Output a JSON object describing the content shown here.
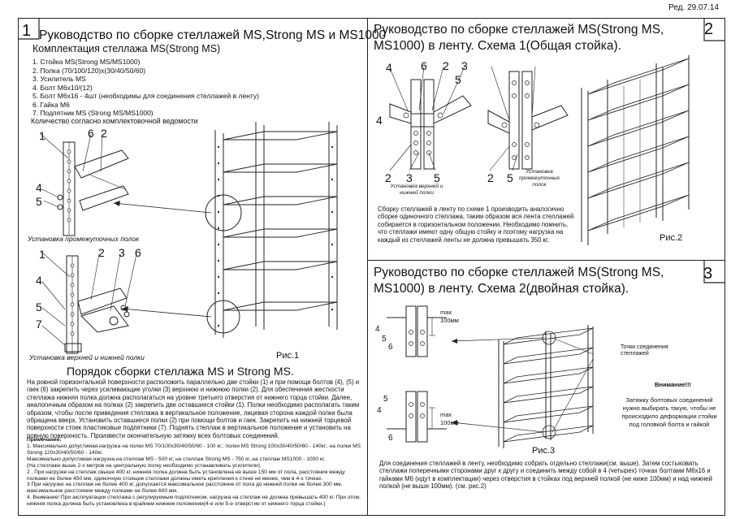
{
  "revision": "Ред. 29.07.14",
  "left": {
    "corner_number": "1",
    "title": "Руководство по сборке стеллажей MS,Strong MS и MS1000",
    "subtitle": "Комплектация стеллажа MS(Strong MS)",
    "parts": [
      "1. Стойка MS(Strong MS/MS1000)",
      "2. Полка (70/100/120)х(30/40/50/60)",
      "3. Усилитель MS",
      "4. Болт М6х10/(12)",
      "5. Болт М6х16 - 4шт (необходимы для соединения стеллажей в ленту)",
      "6. Гайка М6",
      "7. Подпятник MS (Strong MS/MS1000)"
    ],
    "quantity_note": "Количество согласно комплектовочной ведомости",
    "callouts_top": [
      "1",
      "6",
      "2",
      "4",
      "5"
    ],
    "caption_top": "Установка промежуточных полок",
    "callouts_bottom": [
      "1",
      "2",
      "3",
      "6",
      "4",
      "5",
      "7"
    ],
    "caption_bottom": "Установка верхней и нижней полки",
    "figure_label": "Рис.1",
    "procedure_title": "Порядок сборки стеллажа MS и Strong MS.",
    "procedure_text": "На ровной горизонтальной поверхности расположить параллельно две стойки (1) и при помощи болтов (4), (5) и гаек (6) закрепить через усиливающие уголки (3) верхнюю и нижнюю полки (2). Для обеспечения жесткости стеллажа нижняя полка должна располагаться на уровне третьего отверстия от нижнего торца стойки. Далее, аналогичным образом на полках (2) закрепить две оставшиеся стойки (1). Полки необходимо располагать таким образом, чтобы после приведения стеллажа в вертикальное положение, лицевая сторона каждой полки была обращена вверх. Установить оставшиеся полки (2) при помощи болтов и гаек. Закрепить на нижней торцевой поверхности стоек пластиковые подпятники (7). Поднять стеллаж в вертикальное положение и установить на ровную поверхность. Произвести окончательную затяжку всех болтовых соединений.",
    "notes_title": "Примечание:",
    "notes": [
      "1. Максимально допустимая нагрузка на полки MS 70/100х30/40/50/60 - 100 кг.; полки MS Strong 100х30/40/50/60 - 140кг.; на полки MS Strong 120х30/40/50/60 - 140кг.",
      "Максимально допустимая нагрузка на стеллаж MS - 500 кг, на стеллаж Strong MS - 750 кг.,на стеллаж MS1000 - 1000 кг.",
      "(На стеллажи выше 2-х метров на центральную полку необходимо устанавливать усилители).",
      "2 . При нагрузке на стеллаж свыше 400 кг. нижняя полка должна быть установлена не выше 150 мм от пола, расстояния между полками не более 450 мм, одиночную стоящие стеллажи должны иметь крепления к стене не менее, чем в 4-х точках.",
      "3 При нагрузке на стеллаж не более 400 кг. допускается максимальное расстояние от пола до нижней полки не более 300 мм, максимальное расстояние между полками не более 600 мм.",
      "4. Внимание! При эксплуатации стеллажа с регулируемым подпятником, нагрузка на стеллаж не должна превышать 400 кг. При этом, нижняя полка должна быть установлена в крайнем нижнем положении(4-е или 5-е отверстие от нижнего торца стойки.)"
    ]
  },
  "right_top": {
    "corner_number": "2",
    "title_line1": "Руководство по сборке стеллажей MS(Strong MS,",
    "title_line2": "MS1000) в ленту. Схема 1(Общая стойка).",
    "callouts_a": [
      "4",
      "6",
      "2",
      "3",
      "5",
      "4"
    ],
    "callouts_a_bottom": [
      "2",
      "3",
      "5"
    ],
    "callouts_b_bottom": [
      "2",
      "5"
    ],
    "caption_a": "Установка верхней и нижней полки",
    "caption_b": "Установка промежуточных полок",
    "text": "Сборку стеллажей в ленту по схеме 1 производить аналогично сборке одиночного стеллажа, таким образом вся лента стеллажей собирается в горизонтальном положении. Необходимо помнить, что стеллажи имеют одну общую стойку и поэтому нагрузка на каждый из стеллажей ленты не должна превышать 350 кг.",
    "figure_label": "Рис.2"
  },
  "right_bottom": {
    "corner_number": "3",
    "title_line1": "Руководство по сборке стеллажей MS(Strong MS,",
    "title_line2": "MS1000) в ленту. Схема 2(двойная стойка).",
    "max_label": "max",
    "mm_label": "100мм",
    "callouts_top": [
      "4",
      "5",
      "6"
    ],
    "callouts_bottom": [
      "5",
      "4",
      "6"
    ],
    "joint_label": "Точки соединения стеллажей",
    "attention": "Внимание!!!",
    "attention_text": "Затяжку болтовых соединений нужно выбирать такую, чтобы не происходило деформации стойки под головкой болта и гайкой",
    "figure_label": "Рис.3",
    "text": "Для соединения стеллажей в ленту, необходимо собрать отдельно стеллажи(см. выше). Затем состыковать стеллажи поперечными сторонами друг к другу и соединить между собой в 4 (четырех) точках болтами М6х16 и гайками М6 (идут в комплектации) через отверстия в стойках под верхней полкой (не ниже 100мм) и над нижней полкой (не выше 100мм). (см. рис.2)"
  }
}
